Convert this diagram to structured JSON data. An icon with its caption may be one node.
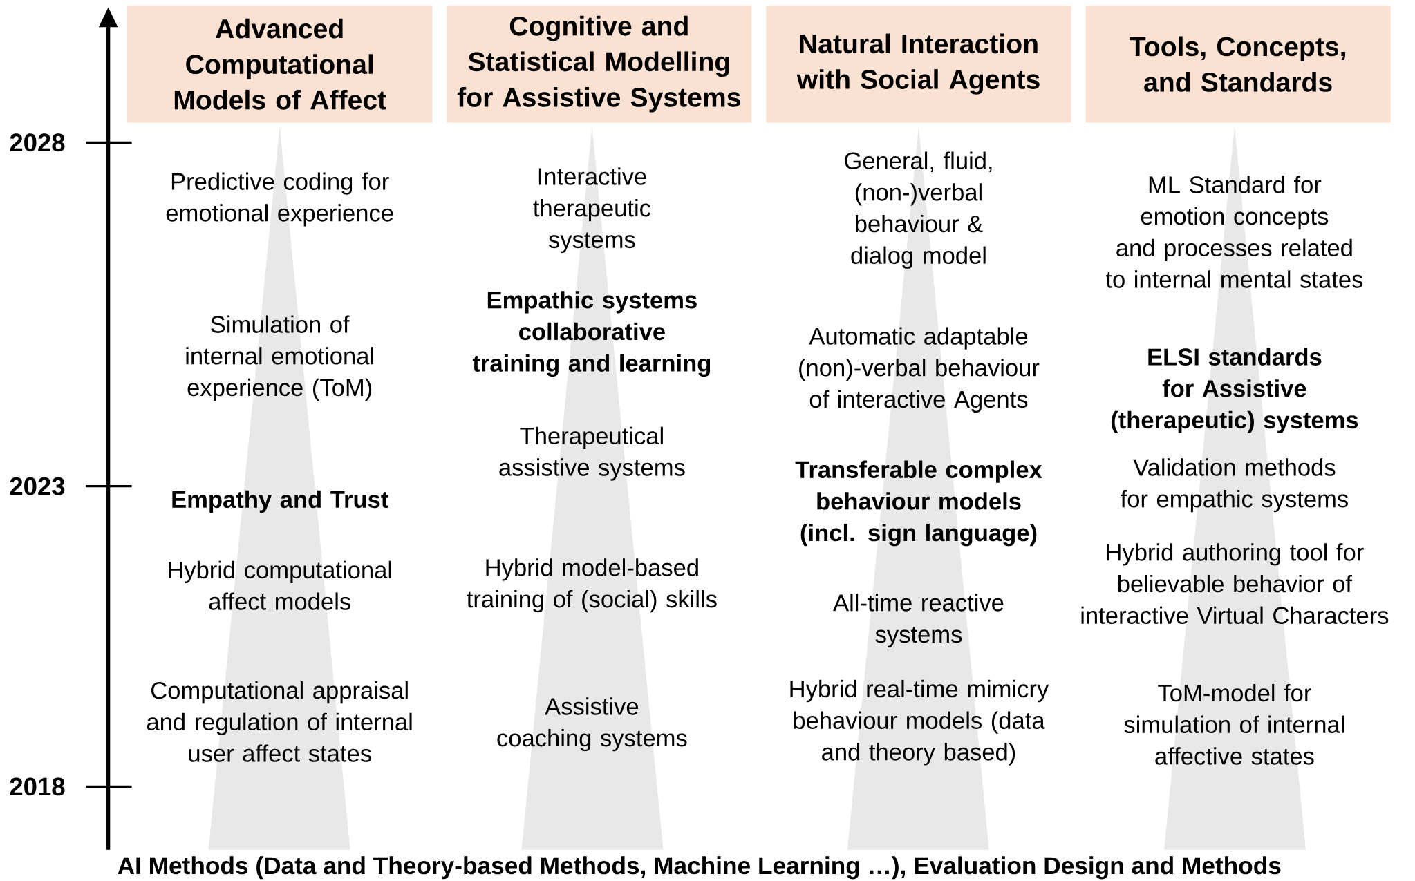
{
  "diagram": {
    "nodes": [
      {
        "text": [
          "Advanced Computational Models of Affect"
        ]
      },
      {
        "text": [
          "Cognitive and Statistical Modelling for Assistive Systems"
        ]
      },
      {
        "text": [
          "Natural Interaction with Social Agents"
        ]
      },
      {
        "text": [
          "Tools, Concepts, and Standards"
        ]
      },
      {
        "text": [
          "Predictive coding for emotional experience",
          "Simulation of internal emotional experience (ToM)",
          "Empathy and Trust",
          "Hybrid computational affect models",
          "Computational appraisal and regulation of internal user affect states"
        ]
      },
      {
        "text": [
          "Interactive therapeutic systems",
          "Empathic systems collaborative training and learning",
          "Therapeutical assistive systems",
          "Hybrid model-based training of (social) skills",
          "Assistive coaching systems"
        ]
      },
      {
        "text": [
          "General, fluid, (non-)verbal behaviour & dialog model",
          "Automatic adaptable (non)-verbal behaviour of interactive Agents",
          "Transferable complex behaviour models (incl. sign language)",
          "All-time reactive systems",
          "Hybrid real-time mimicry behaviour models (data and theory based)"
        ]
      },
      {
        "text": [
          "ML Standard for emotion concepts and processes related to internal mental states",
          "ELSI standards for Assistive (therapeutic) systems",
          "Validation methods for empathic systems",
          "Hybrid authoring tool for believable behavior of interactive Virtual Characters",
          "ToM-model for simulation of internal affective states"
        ]
      }
    ],
    "labels": [
      "2028",
      "2023",
      "2018",
      "AI Methods (Data and Theory-based Methods, Machine Learning …), Evaluation Design and Methods"
    ]
  }
}
